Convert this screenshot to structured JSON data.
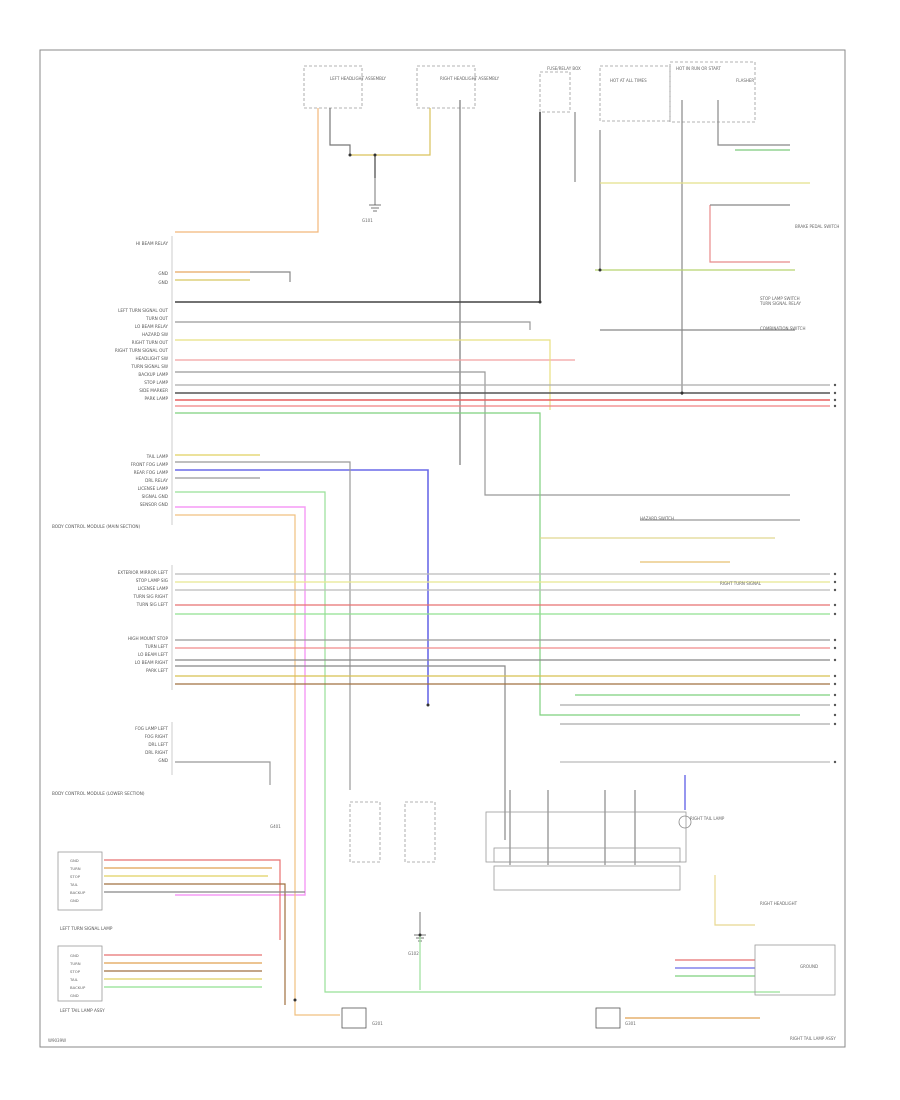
{
  "diagram": {
    "footer_code": "W9039W",
    "top_components": [
      "LEFT HEADLIGHT ASSEMBLY",
      "RIGHT HEADLIGHT ASSEMBLY",
      "FUSE/RELAY BOX",
      "HOT AT ALL TIMES",
      "HOT IN RUN OR START",
      "FLASHER",
      "BRAKE PEDAL SWITCH",
      "TURN SIGNAL RELAY"
    ],
    "left_module": {
      "name": "BODY CONTROL MODULE (MAIN SECTION)",
      "pins": [
        "HI BEAM RELAY",
        "GND",
        "GND",
        "LEFT TURN SIGNAL OUT",
        "TURN OUT",
        "LO BEAM RELAY",
        "HAZARD SW",
        "RIGHT TURN OUT",
        "RIGHT TURN SIGNAL OUT",
        "HEADLIGHT SW",
        "TURN SIGNAL SW",
        "BACKUP LAMP",
        "STOP LAMP",
        "SIDE MARKER",
        "PARK LAMP",
        "TAIL LAMP",
        "FRONT FOG LAMP",
        "REAR FOG LAMP",
        "DRL RELAY",
        "LICENSE LAMP",
        "SIGNAL GND",
        "SENSOR GND"
      ],
      "pins2": [
        "EXTERIOR MIRROR LEFT",
        "STOP LAMP SIG",
        "LICENSE LAMP",
        "TURN SIG RIGHT",
        "TURN SIG LEFT"
      ],
      "pins3": [
        "HIGH MOUNT STOP",
        "TURN LEFT",
        "LO BEAM LEFT",
        "LO BEAM RIGHT",
        "PARK LEFT"
      ],
      "pins4": [
        "FOG LAMP LEFT",
        "FOG RIGHT",
        "DRL LEFT",
        "DRL RIGHT",
        "GND"
      ],
      "bottom_caption": "BODY CONTROL MODULE (LOWER SECTION)"
    },
    "lower_left_box": {
      "title": "LEFT TAIL LAMP ASSY",
      "pins": [
        "GND",
        "TURN",
        "STOP",
        "TAIL",
        "BACKUP",
        "GND"
      ]
    },
    "lower_left_box2": {
      "title": "LEFT TURN SIGNAL LAMP",
      "pins": [
        "GND",
        "TURN",
        "STOP",
        "TAIL",
        "BACKUP",
        "GND"
      ]
    },
    "right_labels": [
      "RIGHT TURN SIGNAL",
      "STOP LAMP SWITCH",
      "COMBINATION SWITCH",
      "HAZARD SWITCH",
      "RIGHT TAIL LAMP",
      "RIGHT HEADLIGHT",
      "GROUND"
    ],
    "grounds": [
      "G101",
      "G102",
      "G201",
      "G301",
      "G401"
    ],
    "bottom_right_caption": "RIGHT TAIL LAMP ASSY"
  }
}
